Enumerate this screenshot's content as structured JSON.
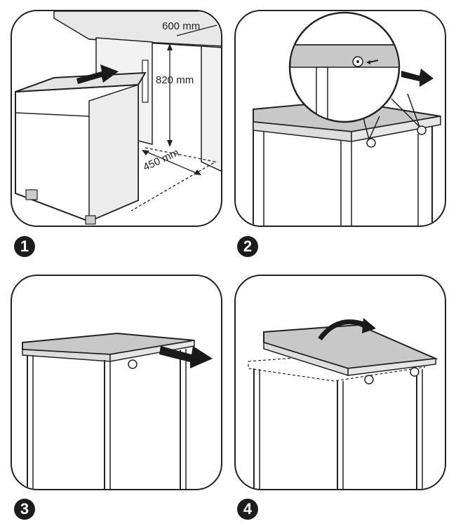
{
  "steps": [
    {
      "number": "1"
    },
    {
      "number": "2"
    },
    {
      "number": "3"
    },
    {
      "number": "4"
    }
  ],
  "dimensions": {
    "depth": "600 mm",
    "height": "820 mm",
    "width": "450 mm"
  },
  "colors": {
    "stroke": "#222222",
    "counter_fill": "#c8c8c8",
    "arrow": "#1a1a1a"
  }
}
